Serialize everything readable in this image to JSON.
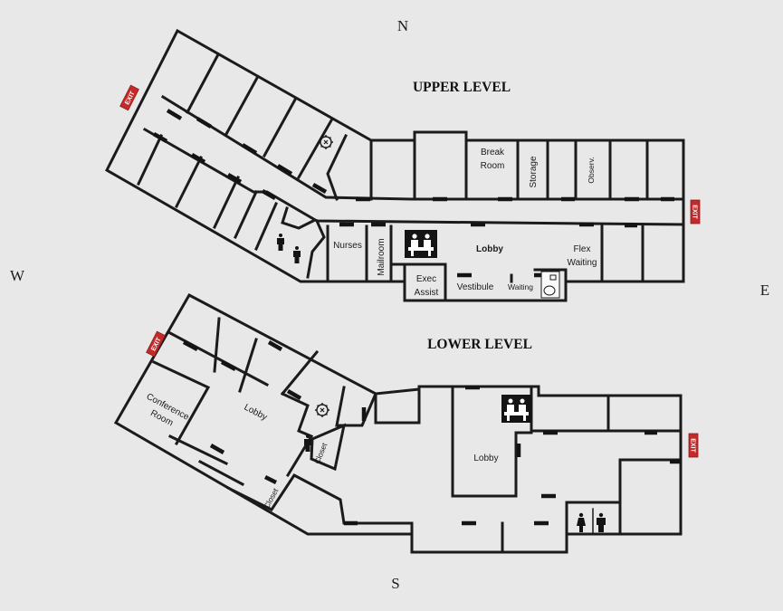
{
  "compass": {
    "north": "N",
    "south": "S",
    "east": "E",
    "west": "W"
  },
  "upper_level": {
    "title": "UPPER LEVEL",
    "rooms": {
      "break_room_1": "Break",
      "break_room_2": "Room",
      "storage": "Storage",
      "observ": "Observ.",
      "nurses": "Nurses",
      "mailroom": "Mailroom",
      "lobby": "Lobby",
      "flex_1": "Flex",
      "flex_2": "Waiting",
      "exec_1": "Exec",
      "exec_2": "Assist",
      "vestibule": "Vestibule",
      "waiting": "Waiting"
    },
    "exits": [
      "EXIT",
      "EXIT"
    ]
  },
  "lower_level": {
    "title": "LOWER LEVEL",
    "rooms": {
      "conference_1": "Conference",
      "conference_2": "Room",
      "lobby_west": "Lobby",
      "closet_1": "Closet",
      "closet_2": "Closet",
      "lobby_east": "Lobby"
    },
    "exits": [
      "EXIT",
      "EXIT"
    ]
  },
  "icons": [
    "elevator-icon",
    "reception-desk-icon",
    "restroom-men-icon",
    "restroom-women-icon",
    "toilet-icon"
  ]
}
